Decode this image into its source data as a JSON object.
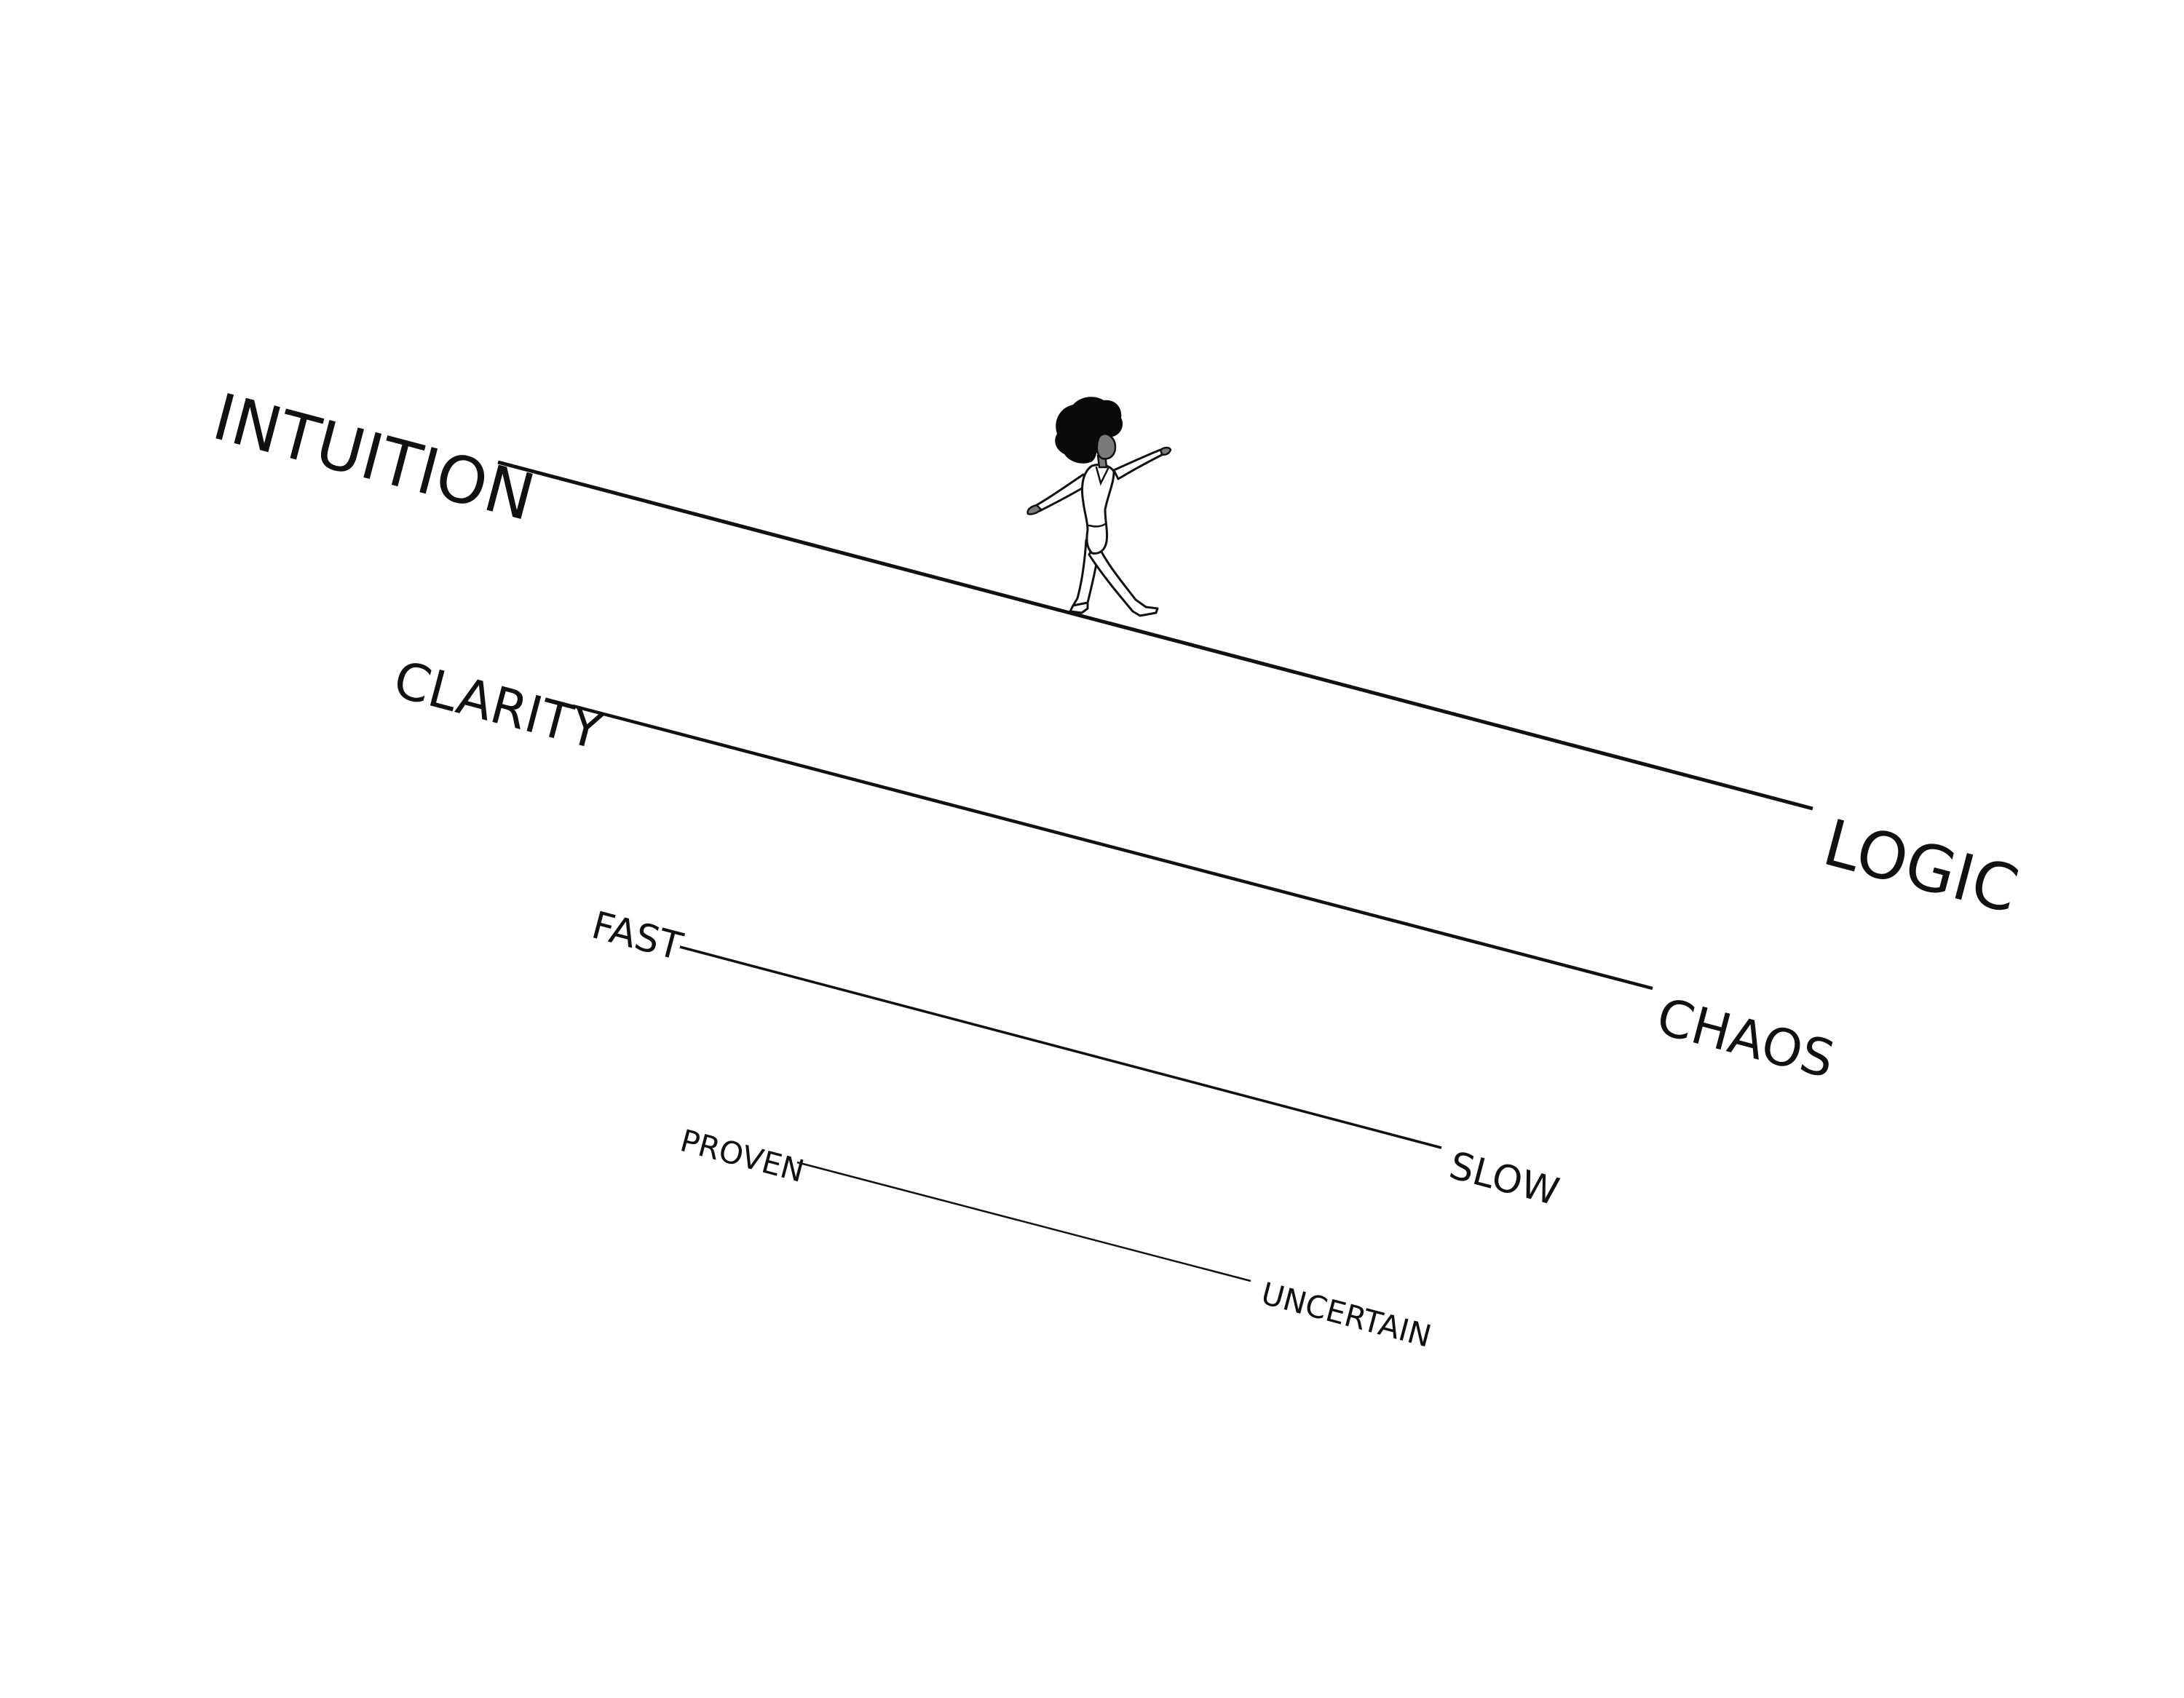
{
  "spectra": [
    {
      "left": "INTUITION",
      "right": "LOGIC"
    },
    {
      "left": "CLARITY",
      "right": "CHAOS"
    },
    {
      "left": "FAST",
      "right": "SLOW"
    },
    {
      "left": "PROVEN",
      "right": "UNCERTAIN"
    }
  ],
  "figure": {
    "icon": "tightrope-walker-icon"
  }
}
